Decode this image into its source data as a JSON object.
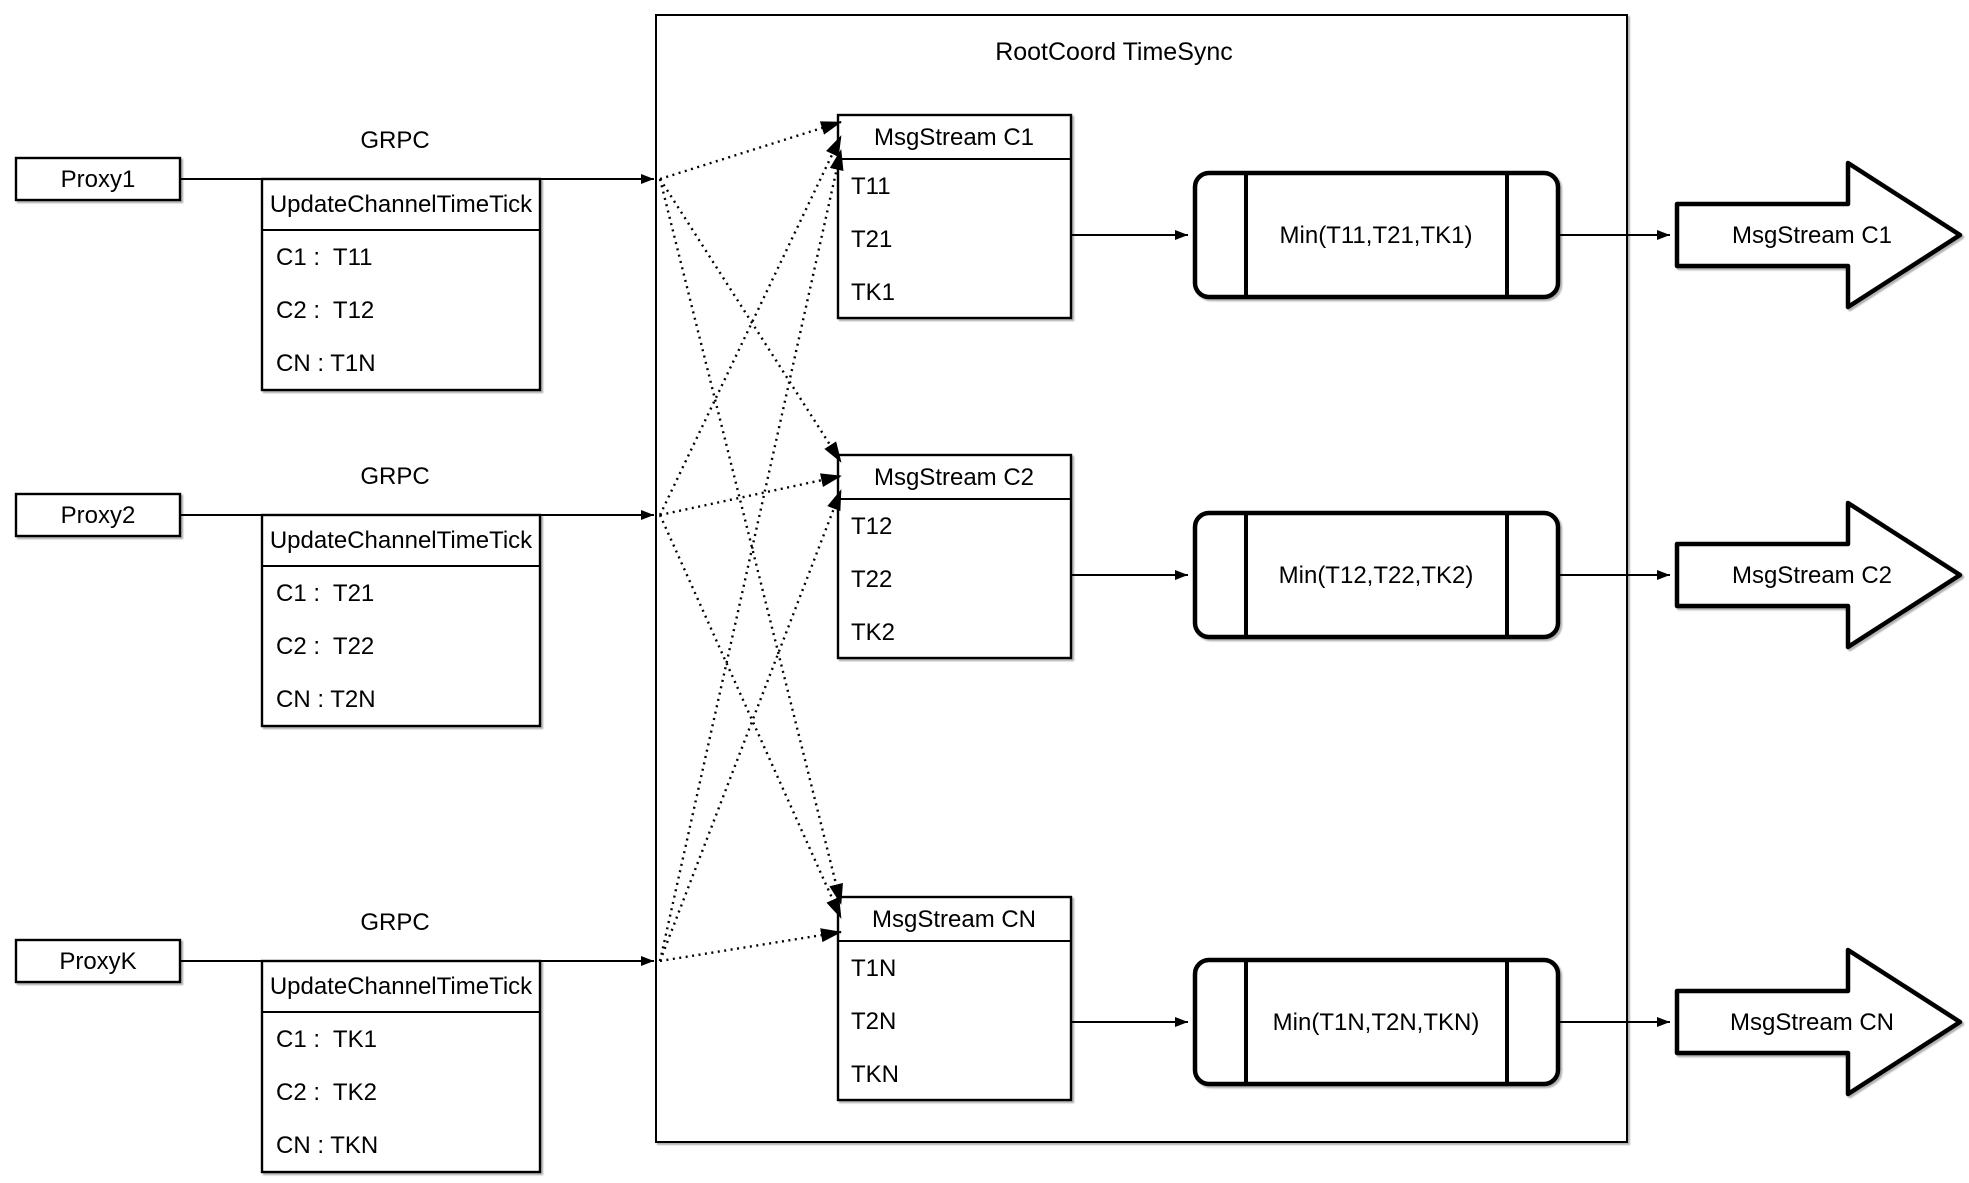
{
  "title": "RootCoord TimeSync",
  "proxies": [
    {
      "name": "Proxy1",
      "protocol": "GRPC",
      "rpc": {
        "title": "UpdateChannelTimeTick",
        "rows": [
          "C1 :  T11",
          "C2 :  T12",
          "CN : T1N"
        ]
      }
    },
    {
      "name": "Proxy2",
      "protocol": "GRPC",
      "rpc": {
        "title": "UpdateChannelTimeTick",
        "rows": [
          "C1 :  T21",
          "C2 :  T22",
          "CN : T2N"
        ]
      }
    },
    {
      "name": "ProxyK",
      "protocol": "GRPC",
      "rpc": {
        "title": "UpdateChannelTimeTick",
        "rows": [
          "C1 :  TK1",
          "C2 :  TK2",
          "CN : TKN"
        ]
      }
    }
  ],
  "streams": [
    {
      "buffer_title": "MsgStream C1",
      "buffer_rows": [
        "T11",
        "T21",
        "TK1"
      ],
      "reducer": "Min(T11,T21,TK1)",
      "output": "MsgStream C1"
    },
    {
      "buffer_title": "MsgStream C2",
      "buffer_rows": [
        "T12",
        "T22",
        "TK2"
      ],
      "reducer": "Min(T12,T22,TK2)",
      "output": "MsgStream C2"
    },
    {
      "buffer_title": "MsgStream CN",
      "buffer_rows": [
        "T1N",
        "T2N",
        "TKN"
      ],
      "reducer": "Min(T1N,T2N,TKN)",
      "output": "MsgStream CN"
    }
  ]
}
